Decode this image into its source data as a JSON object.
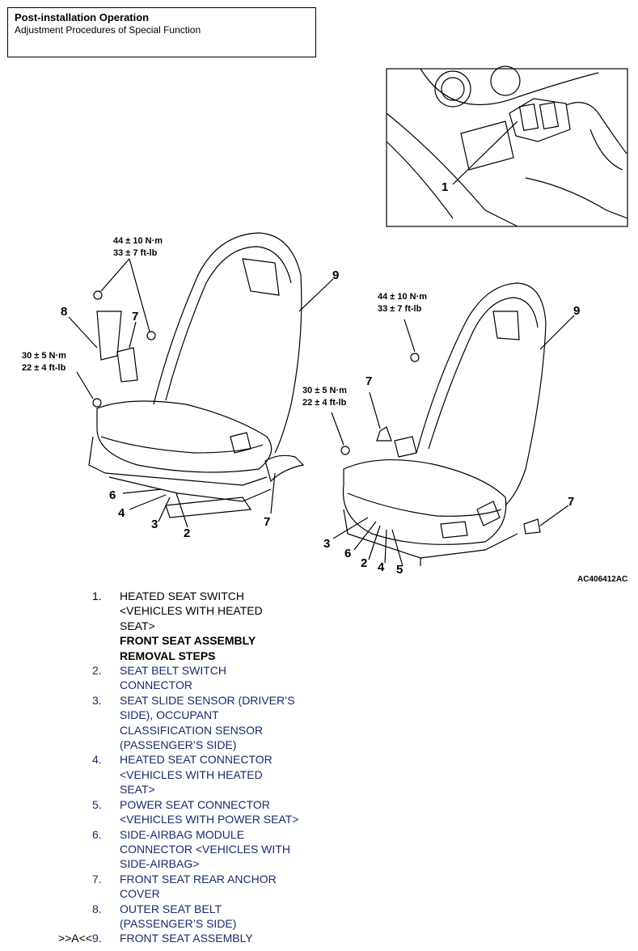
{
  "header": {
    "title": "Post-installation Operation",
    "subtitle": "Adjustment Procedures of Special Function"
  },
  "figure": {
    "figure_id": "AC406412AC",
    "inset_callout": "1",
    "left_seat": {
      "torque_upper": [
        "44 ± 10 N·m",
        "33 ± 7 ft-lb"
      ],
      "torque_lower": [
        "30 ± 5 N·m",
        "22 ± 4 ft-lb"
      ],
      "callouts": [
        "8",
        "7",
        "9",
        "6",
        "4",
        "3",
        "2",
        "7"
      ]
    },
    "right_seat": {
      "torque_upper": [
        "44 ± 10 N·m",
        "33 ± 7 ft-lb"
      ],
      "torque_lower": [
        "30 ± 5 N·m",
        "22 ± 4 ft-lb"
      ],
      "callouts": [
        "9",
        "7",
        "7",
        "3",
        "6",
        "2",
        "4",
        "5"
      ]
    }
  },
  "list": {
    "items": [
      {
        "prefix": "",
        "num": "1.",
        "lines": [
          "HEATED SEAT SWITCH",
          "<VEHICLES WITH HEATED",
          "SEAT>"
        ]
      },
      {
        "heading": [
          "FRONT SEAT ASSEMBLY",
          "REMOVAL STEPS"
        ]
      },
      {
        "prefix": "",
        "num": "2.",
        "lines": [
          "SEAT BELT SWITCH",
          "CONNECTOR"
        ]
      },
      {
        "prefix": "",
        "num": "3.",
        "lines": [
          "SEAT SLIDE SENSOR (DRIVER’S",
          "SIDE), OCCUPANT",
          "CLASSIFICATION SENSOR",
          "(PASSENGER’S SIDE)"
        ]
      },
      {
        "prefix": "",
        "num": "4.",
        "lines": [
          "HEATED SEAT CONNECTOR",
          "<VEHICLES WITH HEATED",
          "SEAT>"
        ]
      },
      {
        "prefix": "",
        "num": "5.",
        "lines": [
          "POWER SEAT CONNECTOR",
          "<VEHICLES WITH POWER SEAT>"
        ]
      },
      {
        "prefix": "",
        "num": "6.",
        "lines": [
          "SIDE-AIRBAG MODULE",
          "CONNECTOR <VEHICLES WITH",
          "SIDE-AIRBAG>"
        ]
      },
      {
        "prefix": "",
        "num": "7.",
        "lines": [
          "FRONT SEAT REAR ANCHOR",
          "COVER"
        ]
      },
      {
        "prefix": "",
        "num": "8.",
        "lines": [
          "OUTER SEAT BELT",
          "(PASSENGER’S SIDE)"
        ]
      },
      {
        "prefix": ">>A<<",
        "num": "9.",
        "lines": [
          "FRONT SEAT ASSEMBLY"
        ]
      }
    ]
  }
}
